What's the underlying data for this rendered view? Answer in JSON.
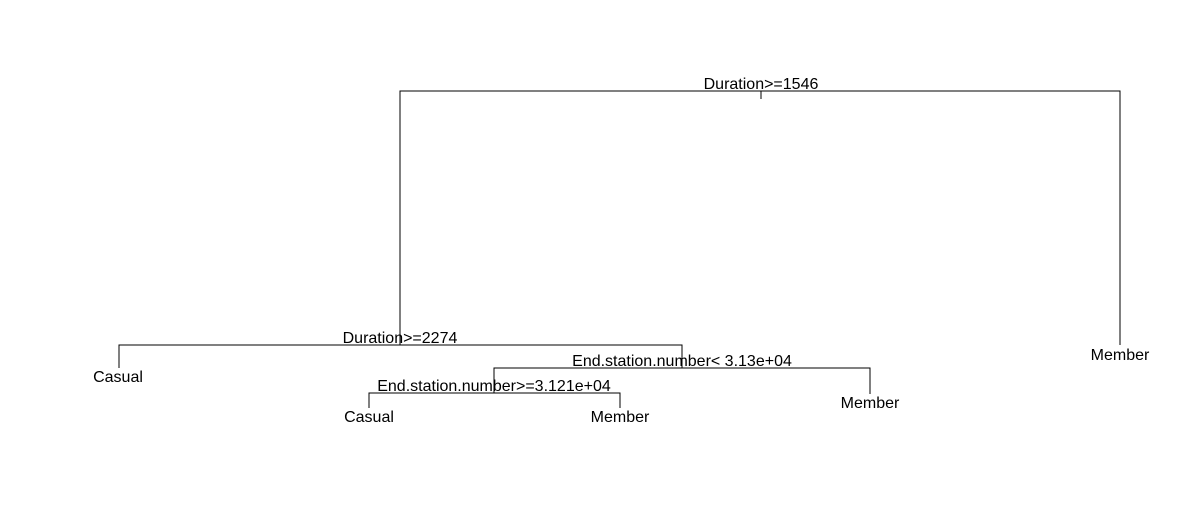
{
  "tree": {
    "root": {
      "split": "Duration>=1546",
      "left": {
        "split": "Duration>=2274",
        "left": {
          "leaf": "Casual"
        },
        "right": {
          "split": "End.station.number< 3.13e+04",
          "left": {
            "split": "End.station.number>=3.121e+04",
            "left": {
              "leaf": "Casual"
            },
            "right": {
              "leaf": "Member"
            }
          },
          "right": {
            "leaf": "Member"
          }
        }
      },
      "right": {
        "leaf": "Member"
      }
    }
  }
}
